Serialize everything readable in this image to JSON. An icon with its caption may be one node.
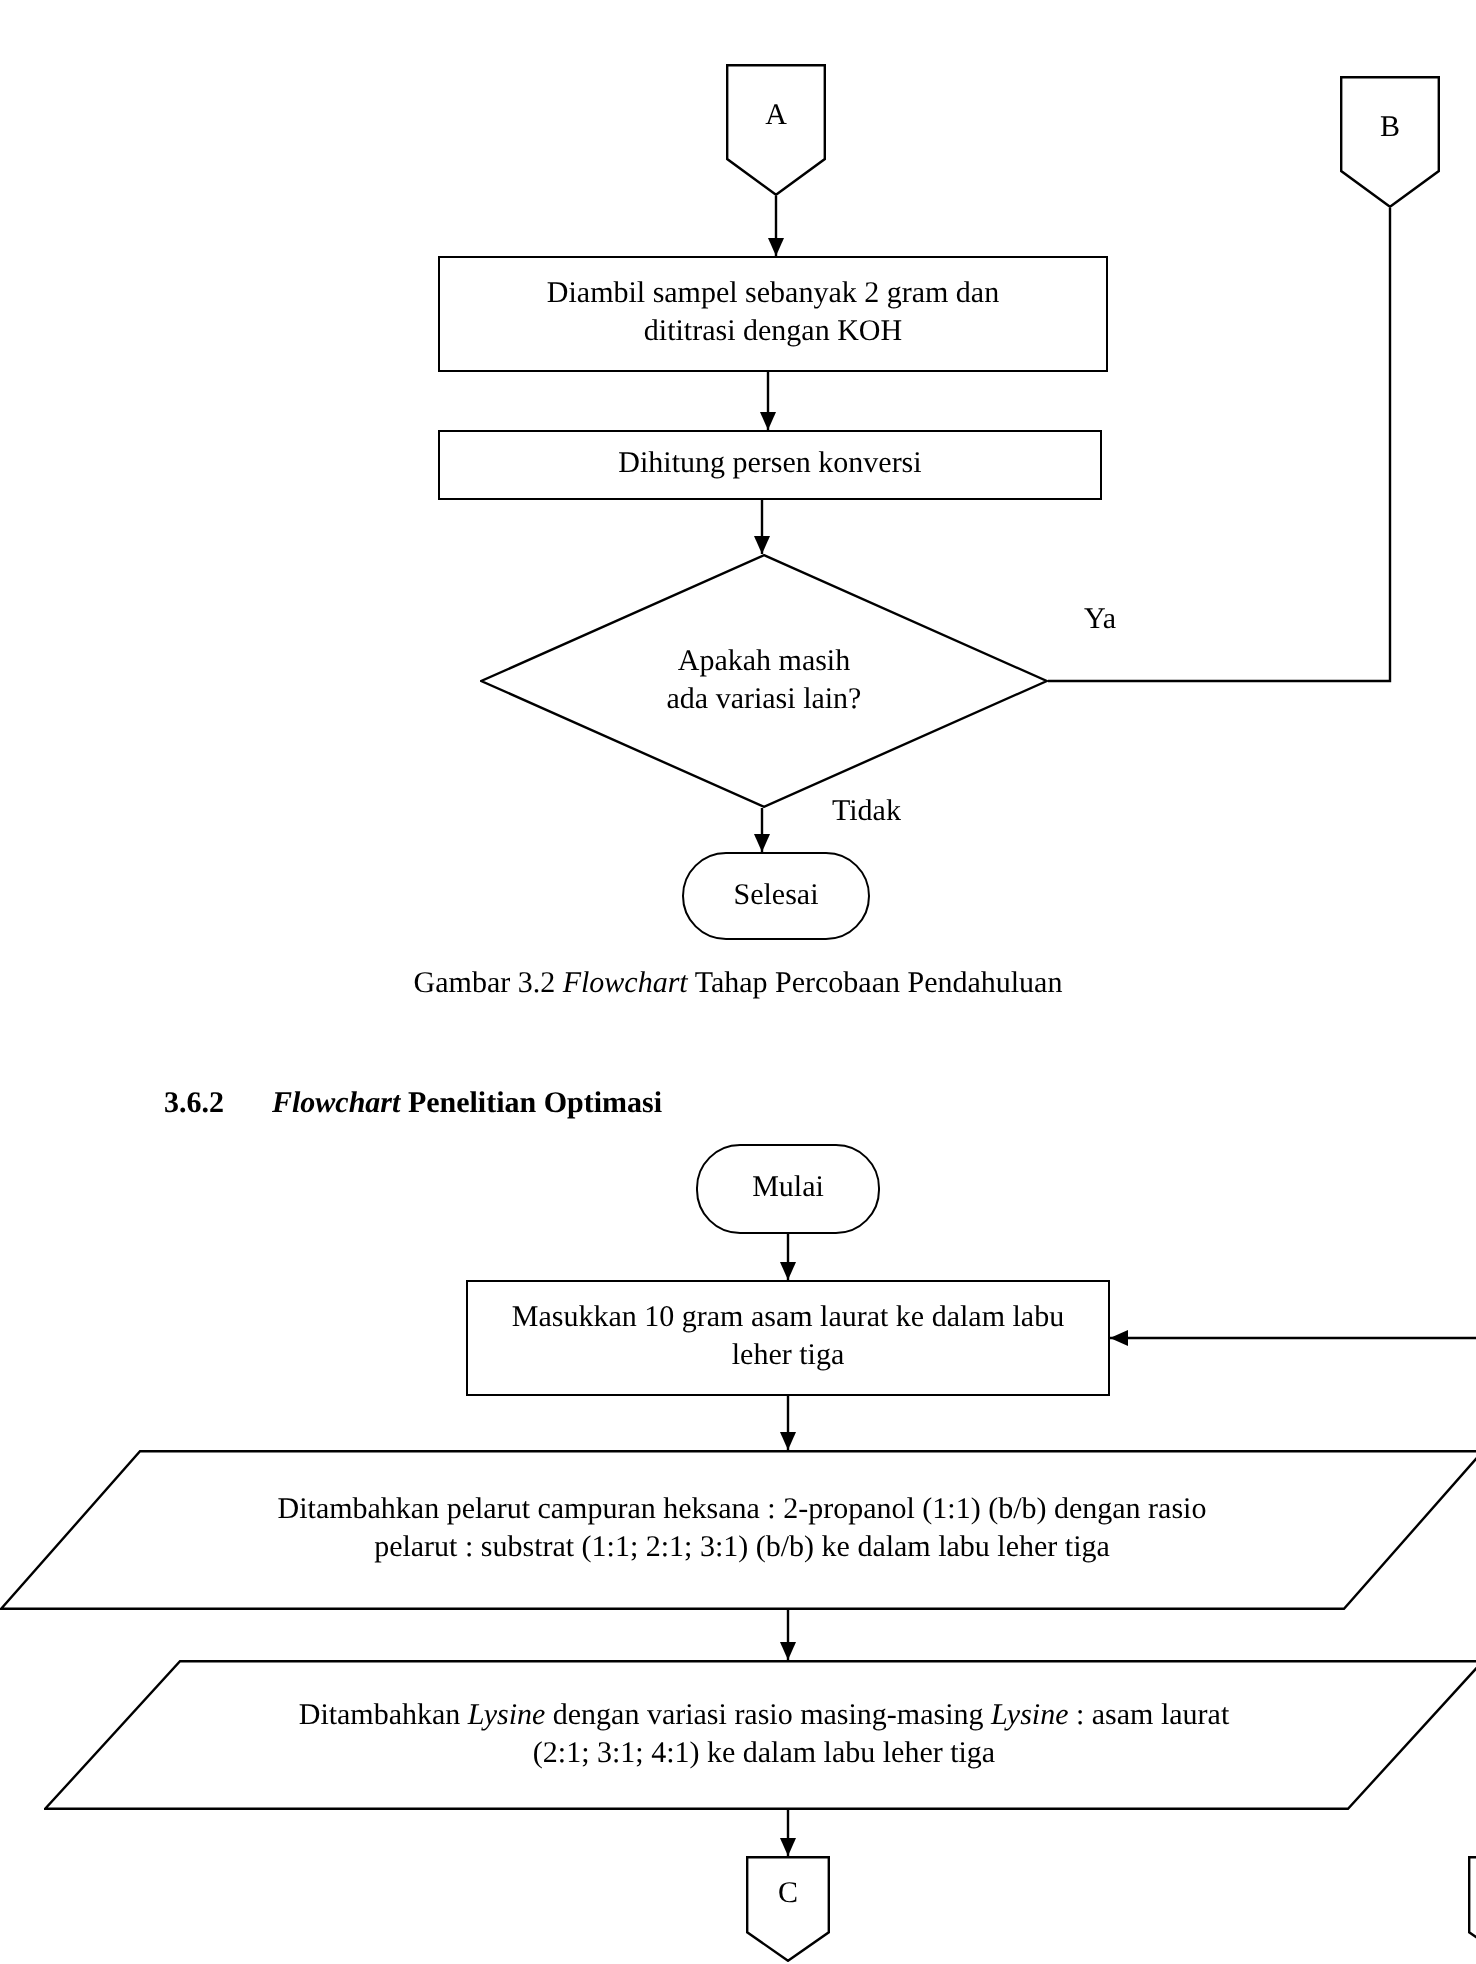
{
  "diagram": {
    "caption": "Gambar 3.2 *Flowchart* Tahap Percobaan Pendahuluan",
    "nodes": [
      {
        "text": [
          "A"
        ]
      },
      {
        "text": [
          "B"
        ]
      },
      {
        "text": [
          "Diambil sampel sebanyak 2 gram dan dititrasi dengan KOH"
        ]
      },
      {
        "text": [
          "Dihitung persen konversi"
        ]
      },
      {
        "text": [
          "Apakah masih ada variasi lain?"
        ]
      },
      {
        "text": [
          "Selesai"
        ]
      },
      {
        "text": [
          "Mulai"
        ]
      },
      {
        "text": [
          "Masukkan 10 gram asam laurat ke dalam labu leher tiga"
        ]
      },
      {
        "text": [
          "Ditambahkan pelarut campuran heksana : 2-propanol (1:1) (b/b) dengan rasio pelarut : substrat  (1:1; 2:1; 3:1) (b/b) ke dalam labu leher tiga"
        ]
      },
      {
        "text": [
          "Ditambahkan *Lysine* dengan variasi rasio masing-masing *Lysine* : asam laurat (2:1; 3:1; 4:1) ke dalam labu leher tiga"
        ]
      },
      {
        "text": [
          "C"
        ]
      },
      {
        "text": [],
        "shape": "pentagon"
      }
    ],
    "edges": [
      {
        "from": 0,
        "to": 2,
        "arrow": "to"
      },
      {
        "from": 2,
        "to": 3,
        "arrow": "to"
      },
      {
        "from": 3,
        "to": 4,
        "arrow": "to"
      },
      {
        "from": 4,
        "to": 5,
        "arrow": "to",
        "label": "Tidak"
      },
      {
        "from": 4,
        "to": 1,
        "arrow": "none",
        "label": "Ya"
      },
      {
        "from": 6,
        "to": 7,
        "arrow": "to"
      },
      {
        "from": null,
        "to": 7,
        "arrow": "to"
      },
      {
        "from": 7,
        "to": 8,
        "arrow": "to"
      },
      {
        "from": 8,
        "to": 9,
        "arrow": "to"
      },
      {
        "from": 9,
        "to": 10,
        "arrow": "to"
      }
    ],
    "labels": [
      "3.6.2",
      "*Flowchart* Penelitian Optimasi"
    ]
  }
}
